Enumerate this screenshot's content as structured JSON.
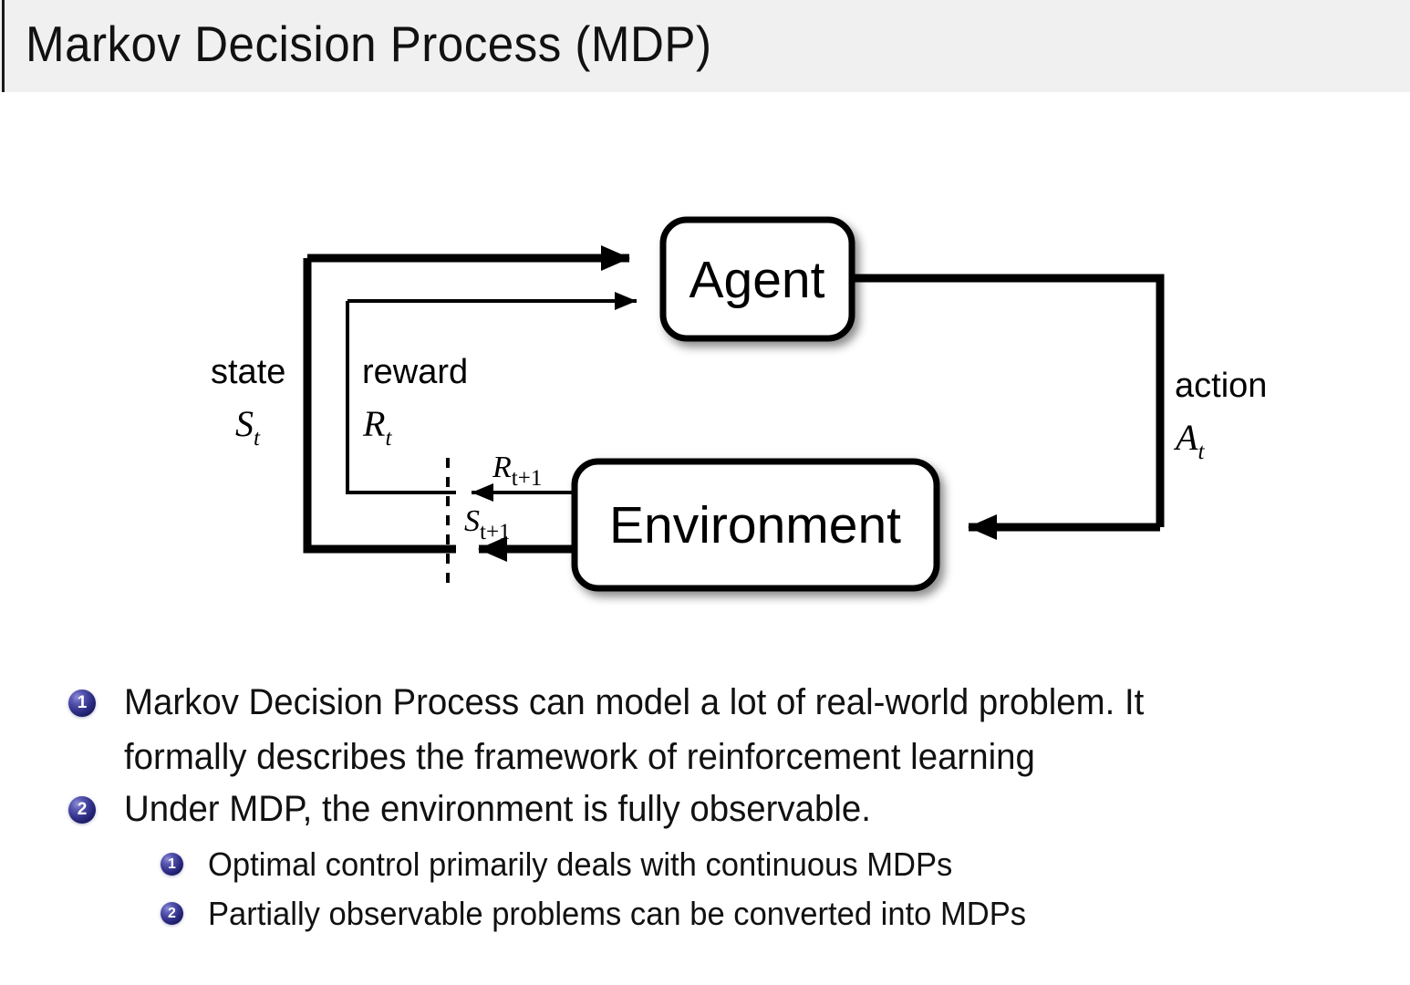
{
  "header": {
    "title": "Markov Decision Process (MDP)",
    "background_color": "#f0f0f0",
    "rule_color": "#1a1a1a"
  },
  "diagram": {
    "name": "agent-environment-interaction-loop",
    "agent_box": {
      "label": "Agent"
    },
    "environment_box": {
      "label": "Environment"
    },
    "labels": {
      "state_word": "state",
      "state_symbol": "S",
      "state_symbol_sub": "t",
      "reward_word": "reward",
      "reward_symbol": "R",
      "reward_symbol_sub": "t",
      "action_word": "action",
      "action_symbol": "A",
      "action_symbol_sub": "t",
      "reward_next_symbol": "R",
      "reward_next_sub": "t+1",
      "state_next_symbol": "S",
      "state_next_sub": "t+1"
    },
    "stroke_color": "#000000",
    "box_fill": "#ffffff"
  },
  "bullets": {
    "badge_color": "#2e2e86",
    "items": [
      {
        "number": "1",
        "level": 1,
        "lines": [
          "Markov Decision Process can model a lot of real-world problem. It",
          "formally describes the framework of reinforcement learning"
        ]
      },
      {
        "number": "2",
        "level": 1,
        "lines": [
          "Under MDP, the environment is fully observable."
        ]
      },
      {
        "number": "1",
        "level": 2,
        "lines": [
          "Optimal control primarily deals with continuous MDPs"
        ]
      },
      {
        "number": "2",
        "level": 2,
        "lines": [
          "Partially observable problems can be converted into MDPs"
        ]
      }
    ]
  }
}
